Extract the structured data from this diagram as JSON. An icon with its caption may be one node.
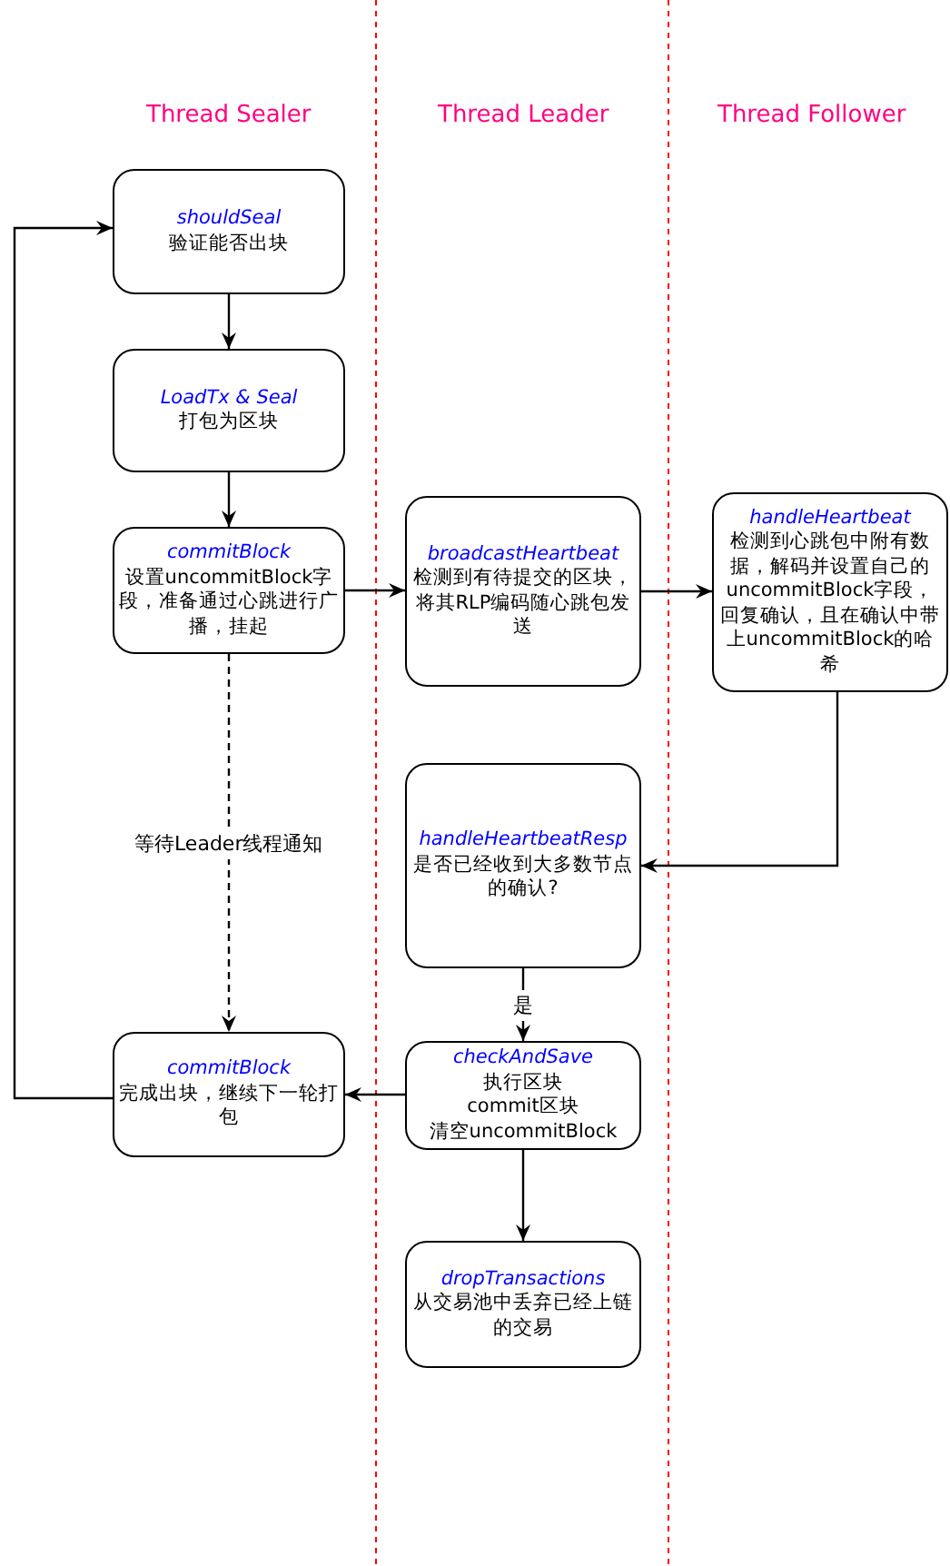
{
  "diagram": {
    "nodes": [
      {
        "text": [
          "shouldSeal",
          "验证能否出块"
        ]
      },
      {
        "text": [
          "LoadTx & Seal",
          "打包为区块"
        ]
      },
      {
        "text": [
          "commitBlock",
          "设置uncommitBlock字段，准备通过心跳进行广播，挂起"
        ]
      },
      {
        "text": [
          "broadcastHeartbeat",
          "检测到有待提交的区块，将其RLP编码随心跳包发送"
        ]
      },
      {
        "text": [
          "handleHeartbeat",
          "检测到心跳包中附有数据，解码并设置自己的uncommitBlock字段，回复确认，且在确认中带上uncommitBlock的哈希"
        ]
      },
      {
        "text": [
          "handleHeartbeatResp",
          "是否已经收到大多数节点的确认?"
        ]
      },
      {
        "text": [
          "checkAndSave",
          "执行区块",
          "commit区块",
          "清空uncommitBlock"
        ]
      },
      {
        "text": [
          "commitBlock",
          "完成出块，继续下一轮打包"
        ]
      },
      {
        "text": [
          "dropTransactions",
          "从交易池中丢弃已经上链的交易"
        ]
      }
    ],
    "edges": [
      {
        "from": 0,
        "to": 1,
        "arrow": "to"
      },
      {
        "from": 1,
        "to": 2,
        "arrow": "to"
      },
      {
        "from": 2,
        "to": 3,
        "arrow": "to"
      },
      {
        "from": 3,
        "to": 4,
        "arrow": "to"
      },
      {
        "from": 4,
        "to": 5,
        "arrow": "to"
      },
      {
        "from": 5,
        "to": 6,
        "arrow": "to",
        "label": "是"
      },
      {
        "from": 6,
        "to": 7,
        "arrow": "to"
      },
      {
        "from": 2,
        "to": 7,
        "arrow": "to",
        "style": "dashed",
        "label": "等待Leader线程通知"
      },
      {
        "from": 7,
        "to": 0,
        "arrow": "to"
      },
      {
        "from": 6,
        "to": 8,
        "arrow": "to"
      }
    ],
    "labels": [
      "Thread Sealer",
      "Thread Leader",
      "Thread Follower"
    ]
  }
}
